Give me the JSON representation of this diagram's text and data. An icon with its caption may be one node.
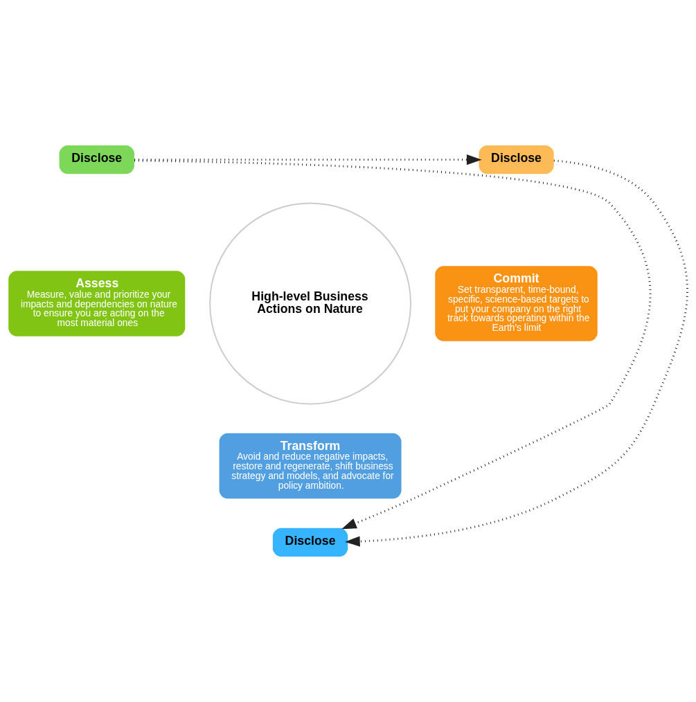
{
  "diagram": {
    "nodes": [
      {
        "text": [
          "High-level Business Actions on Nature"
        ]
      },
      {
        "text": [
          "Assess",
          "Measure, value and prioritize your impacts and dependencies on nature to ensure you are acting on the most material ones"
        ]
      },
      {
        "text": [
          "Commit",
          "Set transparent, time-bound, specific, science-based targets to put your company on the right track towards operating within the Earth's limit"
        ]
      },
      {
        "text": [
          "Transform",
          "Avoid and reduce negative impacts, restore and regenerate, shift business strategy and models, and advocate for policy ambition."
        ]
      },
      {
        "text": [
          "Disclose"
        ]
      },
      {
        "text": [
          "Disclose"
        ]
      },
      {
        "text": [
          "Disclose"
        ]
      }
    ],
    "edges": [
      {
        "from": 4,
        "to": 5,
        "arrow": "to",
        "style": "dashed"
      },
      {
        "from": 5,
        "to": 6,
        "arrow": "to",
        "style": "dashed"
      },
      {
        "from": 4,
        "to": 6,
        "arrow": "to",
        "style": "dashed"
      }
    ]
  }
}
